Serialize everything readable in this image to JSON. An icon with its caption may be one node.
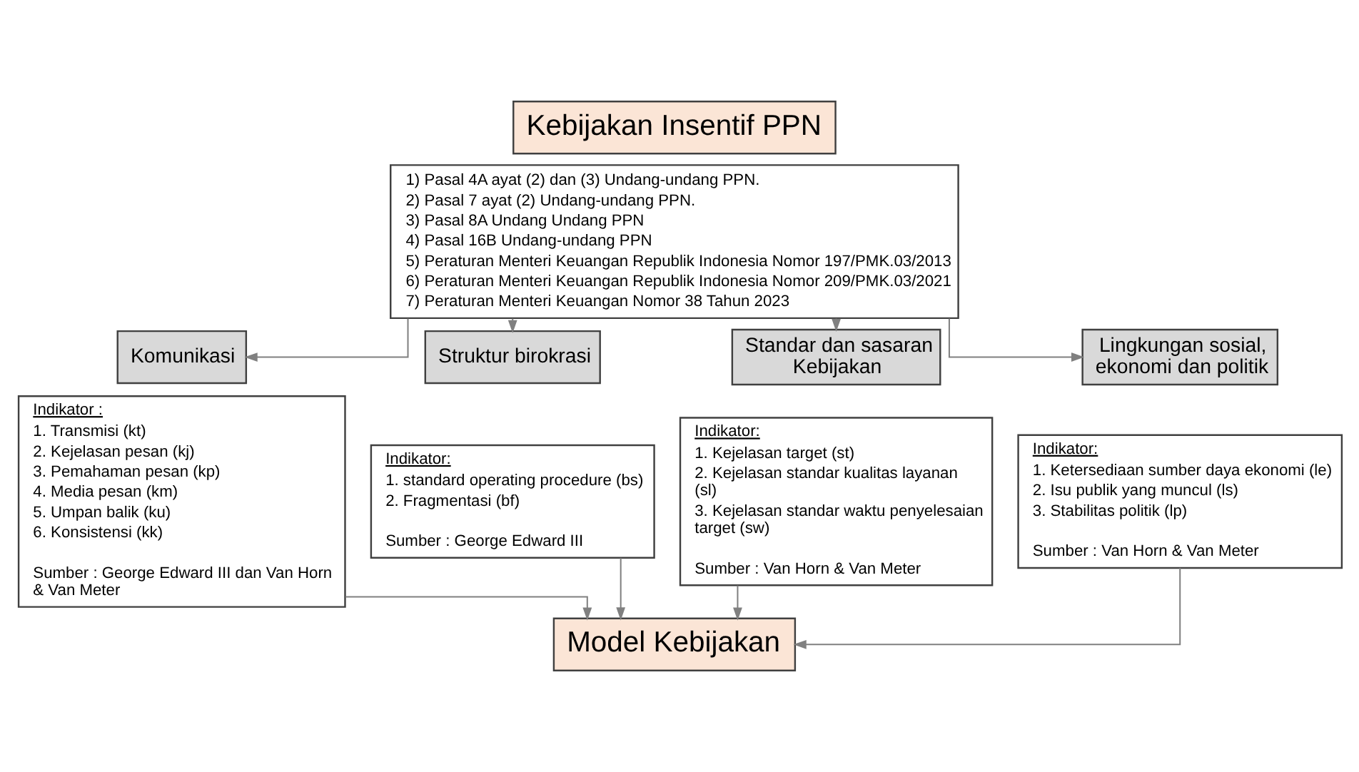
{
  "diagram": {
    "nodes": [
      {
        "text": [
          "Kebijakan Insentif PPN"
        ]
      },
      {
        "text": [
          "1) Pasal 4A ayat (2) dan (3) Undang-undang PPN.",
          "2) Pasal 7 ayat (2) Undang-undang PPN.",
          "3) Pasal 8A Undang Undang PPN",
          "4) Pasal 16B Undang-undang PPN",
          "5) Peraturan Menteri Keuangan Republik Indonesia Nomor 197/PMK.03/2013",
          "6) Peraturan Menteri Keuangan Republik Indonesia Nomor 209/PMK.03/2021",
          "7) Peraturan Menteri Keuangan Nomor 38 Tahun 2023"
        ]
      },
      {
        "text": [
          "Komunikasi"
        ]
      },
      {
        "text": [
          "Indikator :",
          "1. Transmisi (kt)",
          "2. Kejelasan pesan (kj)",
          "3. Pemahaman pesan (kp)",
          "4. Media pesan (km)",
          "5. Umpan balik (ku)",
          "6. Konsistensi (kk)",
          "Sumber : George Edward III dan Van Horn & Van Meter"
        ]
      },
      {
        "text": [
          "Struktur birokrasi"
        ]
      },
      {
        "text": [
          "Indikator:",
          "1. standard operating procedure (bs)",
          "2. Fragmentasi (bf)",
          "Sumber : George Edward III"
        ]
      },
      {
        "text": [
          "Standar dan sasaran Kebijakan"
        ]
      },
      {
        "text": [
          "Indikator:",
          "1. Kejelasan target (st)",
          "2. Kejelasan standar kualitas layanan (sl)",
          "3. Kejelasan standar waktu penyelesaian target (sw)",
          "Sumber : Van Horn & Van Meter"
        ]
      },
      {
        "text": [
          "Lingkungan sosial, ekonomi dan politik"
        ]
      },
      {
        "text": [
          "Indikator:",
          "1. Ketersediaan sumber daya ekonomi (le)",
          "2. Isu publik yang muncul (ls)",
          "3. Stabilitas politik (lp)",
          "Sumber : Van Horn & Van Meter"
        ]
      },
      {
        "text": [
          "Model Kebijakan"
        ]
      }
    ],
    "edges": [
      {
        "from": 1,
        "to": 2,
        "arrow": "to"
      },
      {
        "from": 1,
        "to": 4,
        "arrow": "to"
      },
      {
        "from": 1,
        "to": 6,
        "arrow": "to"
      },
      {
        "from": 1,
        "to": 8,
        "arrow": "to"
      },
      {
        "from": 3,
        "to": 10,
        "arrow": "to"
      },
      {
        "from": 5,
        "to": 10,
        "arrow": "to"
      },
      {
        "from": 7,
        "to": 10,
        "arrow": "to"
      },
      {
        "from": 9,
        "to": 10,
        "arrow": "to"
      }
    ]
  }
}
